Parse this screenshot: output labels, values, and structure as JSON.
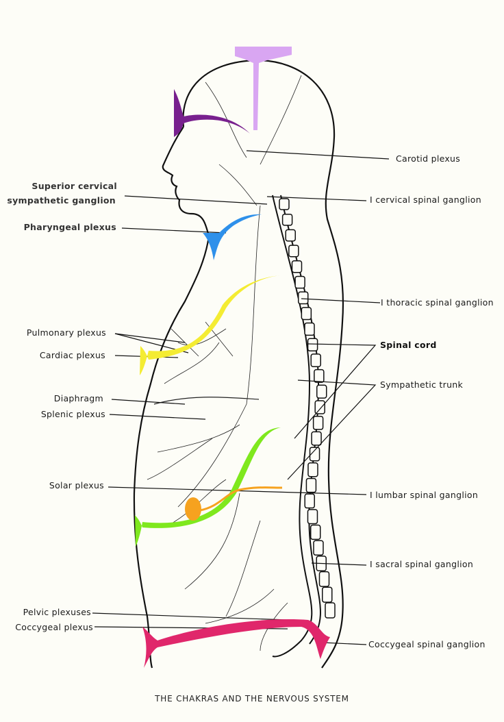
{
  "title": "THE CHAKRAS AND THE NERVOUS SYSTEM",
  "labels_left": {
    "superior_cervical_1": "Superior cervical",
    "superior_cervical_2": "sympathetic ganglion",
    "pharyngeal": "Pharyngeal plexus",
    "pulmonary": "Pulmonary plexus",
    "cardiac": "Cardiac plexus",
    "diaphragm": "Diaphragm",
    "splenic": "Splenic plexus",
    "solar": "Solar plexus",
    "pelvic": "Pelvic plexuses",
    "coccygeal": "Coccygeal plexus"
  },
  "labels_right": {
    "carotid": "Carotid plexus",
    "cervical": "I cervical spinal ganglion",
    "thoracic": "I thoracic spinal  ganglion",
    "spinal_cord": "Spinal cord",
    "sympathetic_trunk": "Sympathetic trunk",
    "lumbar": "I lumbar spinal ganglion",
    "sacral": "I sacral spinal ganglion",
    "coccygeal_ganglion": "Coccygeal spinal ganglion"
  },
  "chakra_colors": {
    "crown": "#d9a6f2",
    "third_eye": "#78208e",
    "throat": "#2e90ea",
    "heart": "#f4ec33",
    "solar": "#7fe81e",
    "sacral": "#f6a21f",
    "root": "#e0276b"
  }
}
